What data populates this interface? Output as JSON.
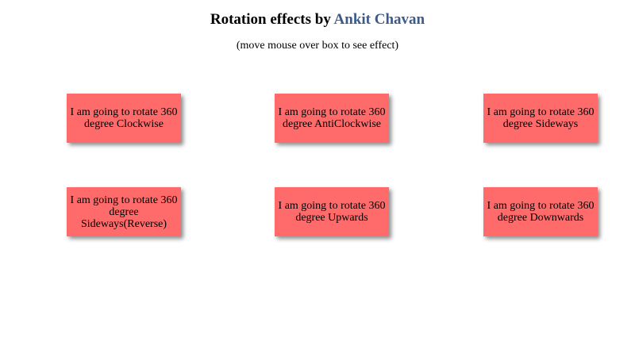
{
  "header": {
    "title_prefix": "Rotation effects by",
    "author": "Ankit Chavan",
    "subtitle": "(move mouse over box to see effect)"
  },
  "boxes": [
    {
      "label": "I am going to rotate 360 degree Clockwise"
    },
    {
      "label": "I am going to rotate 360 degree AntiClockwise"
    },
    {
      "label": "I am going to rotate 360 degree Sideways"
    },
    {
      "label": "I am going to rotate 360 degree Sideways(Reverse)"
    },
    {
      "label": "I am going to rotate 360 degree Upwards"
    },
    {
      "label": "I am going to rotate 360 degree Downwards"
    }
  ],
  "colors": {
    "box_background": "#ff6b6b",
    "author_link": "#3b5b8c"
  }
}
